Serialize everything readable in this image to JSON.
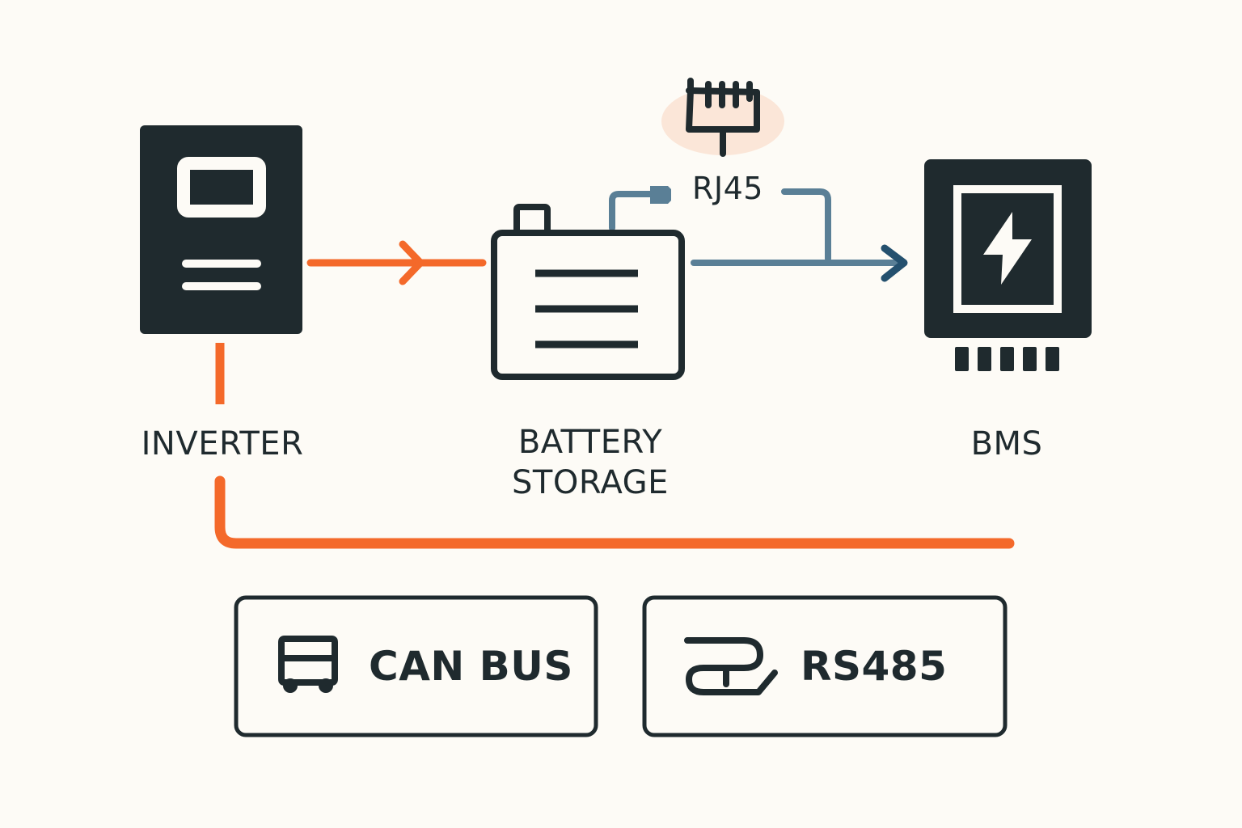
{
  "nodes": {
    "inverter": "INVERTER",
    "battery_line1": "BATTERY",
    "battery_line2": "STORAGE",
    "bms": "BMS"
  },
  "connector": {
    "label": "RJ45",
    "icon": "rj45-connector-icon"
  },
  "protocols": {
    "canbus": {
      "label": "CAN BUS",
      "icon": "bus-icon"
    },
    "rs485": {
      "label": "RS485",
      "icon": "cable-icon"
    }
  },
  "colors": {
    "background": "#fdfbf6",
    "dark": "#1f2a2e",
    "power_line": "#f4692a",
    "data_line_light": "#5a7f96",
    "data_line_dark": "#24506e",
    "connector_glow": "#fbe6d8"
  }
}
